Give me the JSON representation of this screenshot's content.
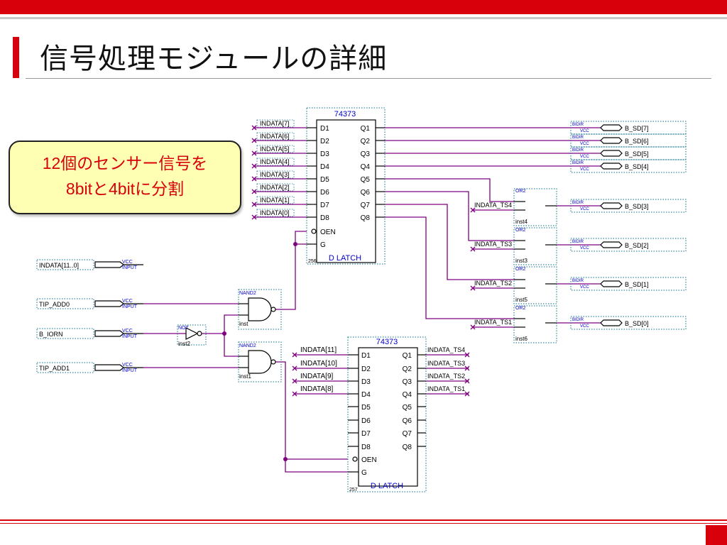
{
  "slide": {
    "title": "信号処理モジュールの詳細",
    "callout_line1": "12個のセンサー信号を",
    "callout_line2": "8bitと4bitに分割"
  },
  "latch1": {
    "part": "74373",
    "type": "D LATCH",
    "id": "256",
    "d_pins": [
      "D1",
      "D2",
      "D3",
      "D4",
      "D5",
      "D6",
      "D7",
      "D8"
    ],
    "q_pins": [
      "Q1",
      "Q2",
      "Q3",
      "Q4",
      "Q5",
      "Q6",
      "Q7",
      "Q8"
    ],
    "oen": "OEN",
    "g": "G",
    "inputs": [
      "INDATA[7]",
      "INDATA[6]",
      "INDATA[5]",
      "INDATA[4]",
      "INDATA[3]",
      "INDATA[2]",
      "INDATA[1]",
      "INDATA[0]"
    ]
  },
  "latch2": {
    "part": "74373",
    "type": "D LATCH",
    "id": "257",
    "d_pins": [
      "D1",
      "D2",
      "D3",
      "D4",
      "D5",
      "D6",
      "D7",
      "D8"
    ],
    "q_pins": [
      "Q1",
      "Q2",
      "Q3",
      "Q4",
      "Q5",
      "Q6",
      "Q7",
      "Q8"
    ],
    "oen": "OEN",
    "g": "G",
    "inputs": [
      "INDATA[11]",
      "INDATA[10]",
      "INDATA[9]",
      "INDATA[8]"
    ],
    "outputs": [
      "INDATA_TS4",
      "INDATA_TS3",
      "INDATA_TS2",
      "INDATA_TS1"
    ]
  },
  "ports": {
    "indata": "INDATA[11..0]",
    "tip_add0": "TIP_ADD0",
    "b_iorn": "B_IORN",
    "tip_add1": "TIP_ADD1",
    "vcc": "VCC",
    "input": "INPUT",
    "bidir": "BIDIR"
  },
  "gates": {
    "nand_type": "NAND2",
    "nand1_inst": "inst",
    "nand2_inst": "inst1",
    "not_type": "NOT",
    "not_inst": "inst2",
    "or_type": "OR2",
    "or_gates": [
      {
        "input": "INDATA_TS4",
        "inst": "inst4",
        "out": "B_SD[3]"
      },
      {
        "input": "INDATA_TS3",
        "inst": "inst3",
        "out": "B_SD[2]"
      },
      {
        "input": "INDATA_TS2",
        "inst": "inst5",
        "out": "B_SD[1]"
      },
      {
        "input": "INDATA_TS1",
        "inst": "inst6",
        "out": "B_SD[0]"
      }
    ]
  },
  "bidir_outputs": [
    "B_SD[7]",
    "B_SD[6]",
    "B_SD[5]",
    "B_SD[4]"
  ],
  "colors": {
    "brand_red": "#d8000a",
    "wire": "#800080",
    "component": "#000000",
    "label_blue": "#0000cc",
    "callout_bg": "#ffffb4"
  }
}
